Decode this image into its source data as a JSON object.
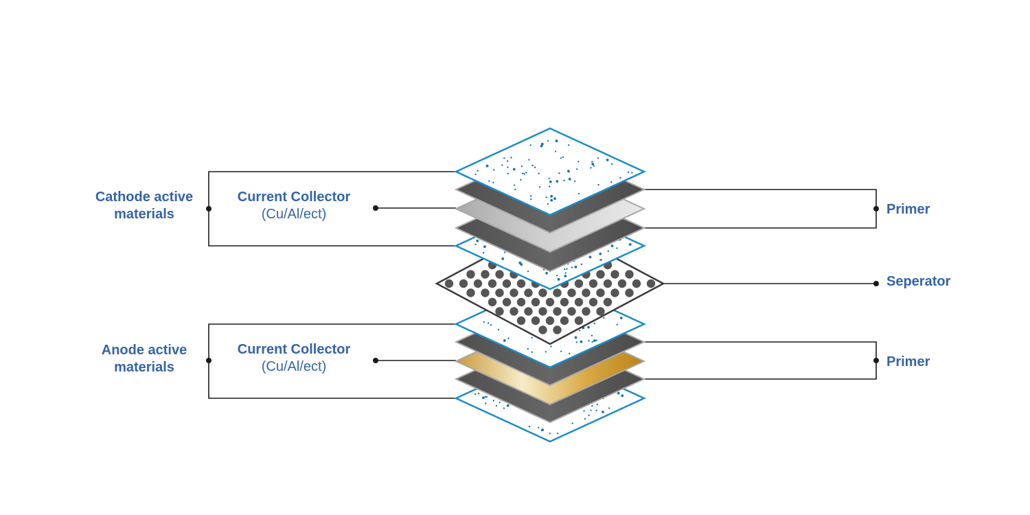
{
  "colors": {
    "label": "#3563a9",
    "connector": "#1a1a1a",
    "active_edge": "#1b8cc7",
    "active_dots": "#1476a8",
    "primer_fill": "#5a5a5a",
    "collector_cathode": "#c9c9c9",
    "collector_anode": "#d8a53a",
    "separator_dots": "#555555"
  },
  "labels": {
    "cathode_active": [
      "Cathode active",
      "materials"
    ],
    "anode_active": [
      "Anode active",
      "materials"
    ],
    "cathode_collector": {
      "title": "Current Collector",
      "sub": "(Cu/Al/ect)"
    },
    "anode_collector": {
      "title": "Current Collector",
      "sub": "(Cu/Al/ect)"
    },
    "primer_top": "Primer",
    "primer_bottom": "Primer",
    "separator": "Seperator"
  },
  "layers": [
    {
      "name": "cathode-active-top",
      "material": "active",
      "icon": "dotted-diamond"
    },
    {
      "name": "cathode-primer-top",
      "material": "primer",
      "icon": "grey-sheet"
    },
    {
      "name": "cathode-current-collector",
      "material": "collector-silver",
      "icon": "silver-sheet"
    },
    {
      "name": "cathode-primer-bottom",
      "material": "primer",
      "icon": "grey-sheet"
    },
    {
      "name": "cathode-active-bottom",
      "material": "active",
      "icon": "dotted-diamond"
    },
    {
      "name": "separator",
      "material": "separator",
      "icon": "porous-sheet"
    },
    {
      "name": "anode-active-top",
      "material": "active",
      "icon": "dotted-diamond"
    },
    {
      "name": "anode-primer-top",
      "material": "primer",
      "icon": "grey-sheet"
    },
    {
      "name": "anode-current-collector",
      "material": "collector-gold",
      "icon": "gold-sheet"
    },
    {
      "name": "anode-primer-bottom",
      "material": "primer",
      "icon": "grey-sheet"
    },
    {
      "name": "anode-active-bottom",
      "material": "active",
      "icon": "dotted-diamond"
    }
  ]
}
